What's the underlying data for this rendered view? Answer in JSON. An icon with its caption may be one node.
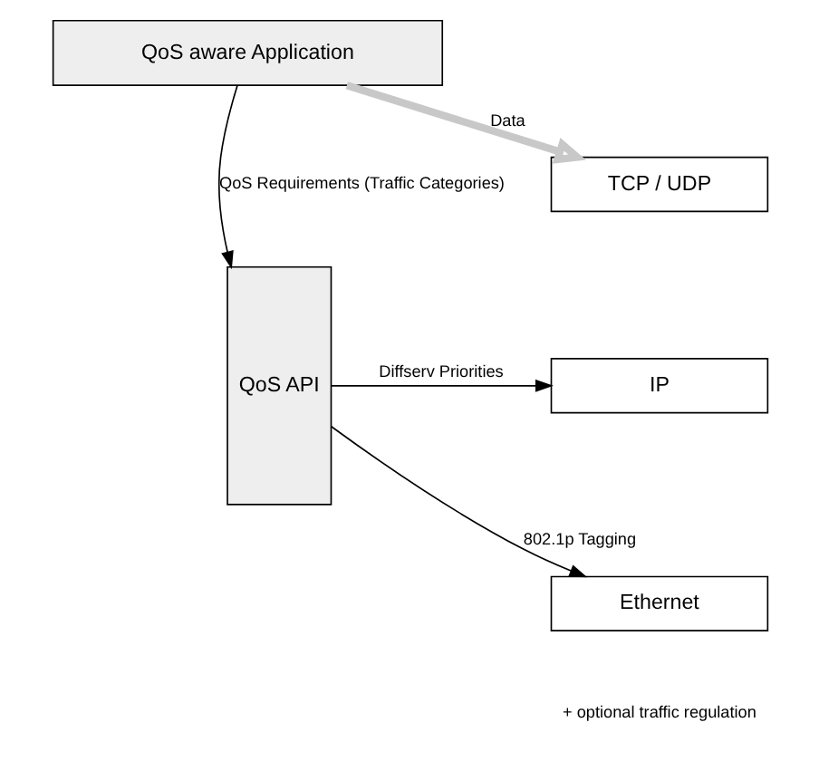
{
  "diagram": {
    "nodes": [
      {
        "text": [
          "QoS aware Application"
        ]
      },
      {
        "text": [
          "QoS API"
        ]
      },
      {
        "text": [
          "TCP / UDP"
        ]
      },
      {
        "text": [
          "IP"
        ]
      },
      {
        "text": [
          "Ethernet"
        ]
      }
    ],
    "edges": [
      {
        "from": 0,
        "to": 1,
        "arrow": "to",
        "label": "QoS Requirements (Traffic Categories)"
      },
      {
        "from": 0,
        "to": 2,
        "arrow": "to",
        "label": "Data",
        "style": "thick",
        "color": "#c8c8c8"
      },
      {
        "from": 1,
        "to": 3,
        "arrow": "to",
        "label": "Diffserv Priorities"
      },
      {
        "from": 1,
        "to": 4,
        "arrow": "to",
        "label": "802.1p Tagging"
      }
    ],
    "labels": [
      "+ optional traffic regulation"
    ]
  }
}
